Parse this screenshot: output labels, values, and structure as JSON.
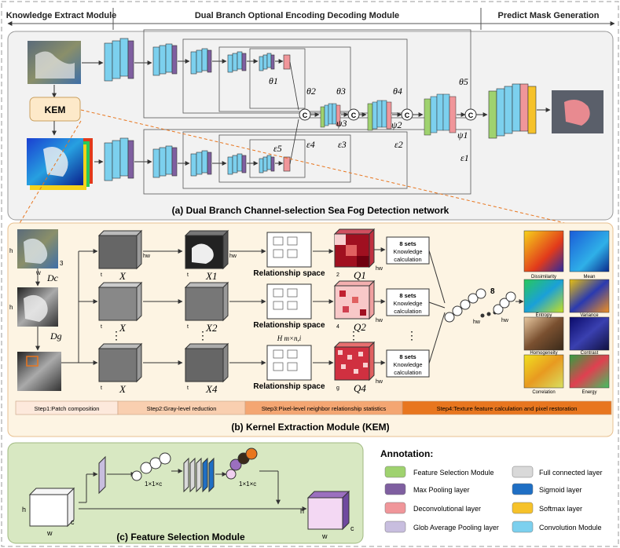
{
  "header": {
    "knowledge_extract": "Knowledge Extract Module",
    "dual_branch": "Dual Branch Optional Encoding Decoding Module",
    "predict_mask": "Predict Mask Generation"
  },
  "panel_a": {
    "caption": "(a) Dual Branch Channel-selection Sea Fog Detection network",
    "kem_label": "KEM",
    "concat_symbol": "C",
    "theta_labels": [
      "θ5",
      "θ4",
      "θ3",
      "θ2",
      "θ1"
    ],
    "epsilon_labels": [
      "ε5",
      "ε4",
      "ε3",
      "ε2",
      "ε1"
    ],
    "psi_labels": [
      "ψ3",
      "ψ2",
      "ψ1"
    ]
  },
  "panel_b": {
    "caption": "(b) Kernel Extraction Module (KEM)",
    "dim_h": "h",
    "dim_w": "w",
    "dim_3": "3",
    "dim_t": "t",
    "dim_hw": "hw",
    "dim_2": "2",
    "dim_4": "4",
    "dim_g": "g",
    "d_color": "Dc",
    "d_gray": "Dg",
    "x_labels": [
      "X",
      "X",
      "X"
    ],
    "x_sup_labels": [
      "X1",
      "X2",
      "X4"
    ],
    "q_labels": [
      "Q1",
      "Q2",
      "Q4"
    ],
    "relationship": "Relationship space",
    "h_mni": "H m×n,i",
    "knowledge_box": [
      "8 sets",
      "Knowledge",
      "calculation"
    ],
    "eight": "8",
    "texture_labels": [
      "Dissimilarity",
      "Mean",
      "Entropy",
      "Variance",
      "Homogeneity",
      "Contrast",
      "Correlation",
      "Energy"
    ],
    "steps": [
      "Step1:Patch composition",
      "Step2:Gray-level reduction",
      "Step3:Pixel-level neighbor relationship statistics",
      "Step4:Texture feature calculation and pixel restoration"
    ],
    "step_colors": [
      "#fde9dc",
      "#f9cfb0",
      "#f4a672",
      "#e8761f"
    ]
  },
  "panel_c": {
    "caption": "(c) Feature Selection Module",
    "size_label": "1×1×c",
    "dim_h": "h",
    "dim_w": "w",
    "dim_c": "c"
  },
  "annotation": {
    "title": "Annotation:",
    "items": [
      {
        "label": "Feature Selection Module",
        "color": "#9fd26f"
      },
      {
        "label": "Full connected layer",
        "color": "#d9d9d9"
      },
      {
        "label": "Max Pooling layer",
        "color": "#7f5fa0"
      },
      {
        "label": "Sigmoid layer",
        "color": "#1f6fc4"
      },
      {
        "label": "Deconvolutional layer",
        "color": "#f0969a"
      },
      {
        "label": "Softmax layer",
        "color": "#f6c22a"
      },
      {
        "label": "Glob Average Pooling layer",
        "color": "#c8bedf"
      },
      {
        "label": "Convolution Module",
        "color": "#7cd0ee"
      }
    ]
  },
  "colors": {
    "panel_a_bg": "#f2f2f2",
    "panel_b_bg": "#fdf4e3",
    "panel_c_bg": "#d8e8c2",
    "conv": "#7cd0ee",
    "maxpool": "#7f5fa0",
    "deconv": "#f0969a",
    "fsm": "#9fd26f",
    "softmax": "#f6c22a",
    "kem_box": "#fde9c9",
    "orange": "#e8761f"
  }
}
